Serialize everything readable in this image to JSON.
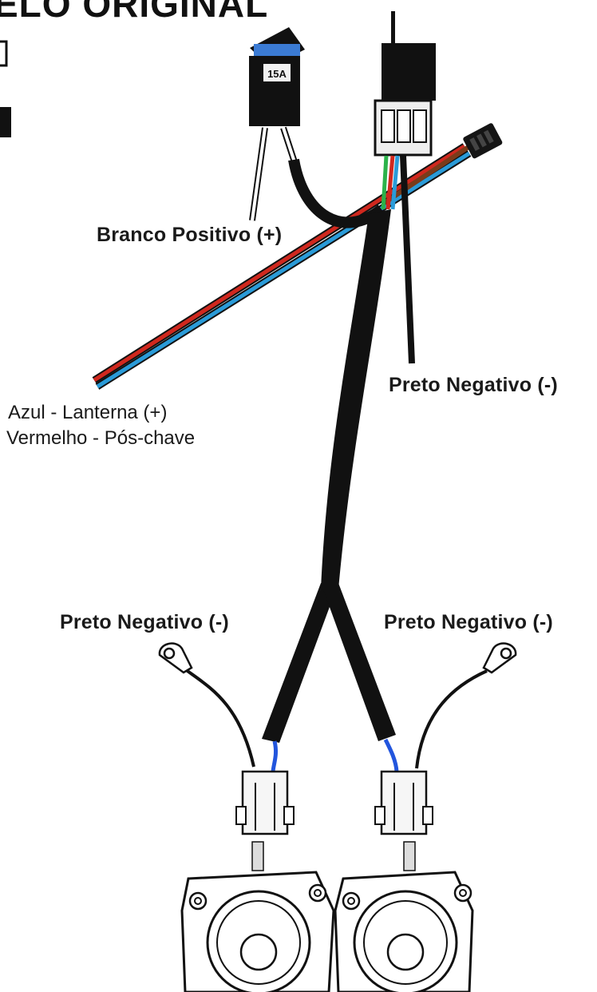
{
  "header": {
    "title": "ELO ORIGINAL"
  },
  "labels": {
    "branco_positivo": "Branco Positivo (+)",
    "preto_negativo_top": "Preto Negativo (-)",
    "azul_lanterna": "Azul - Lanterna (+)",
    "vermelho_pos_chave": "Vermelho - Pós-chave",
    "preto_negativo_left": "Preto Negativo (-)",
    "preto_negativo_right": "Preto Negativo (-)"
  },
  "fuse": {
    "rating": "15A",
    "color": "#3b7bd4"
  },
  "wire_colors": {
    "black": "#111111",
    "red": "#d0281e",
    "blue": "#2a9bd8",
    "green": "#2bb24a",
    "brown": "#7a3b1a",
    "white": "#ffffff"
  }
}
